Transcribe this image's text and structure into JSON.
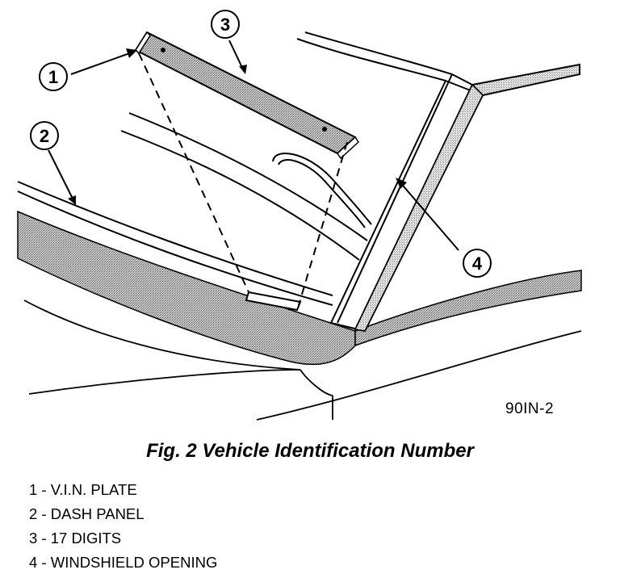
{
  "figure_code": "90IN-2",
  "caption": "Fig. 2  Vehicle Identification Number",
  "callouts": [
    {
      "number": "1",
      "name": "V.I.N. PLATE"
    },
    {
      "number": "2",
      "name": "DASH PANEL"
    },
    {
      "number": "3",
      "name": "17 DIGITS"
    },
    {
      "number": "4",
      "name": "WINDSHIELD OPENING"
    }
  ],
  "legend": [
    "1 - V.I.N. PLATE",
    "2 - DASH PANEL",
    "3 - 17 DIGITS",
    "4 - WINDSHIELD OPENING"
  ]
}
